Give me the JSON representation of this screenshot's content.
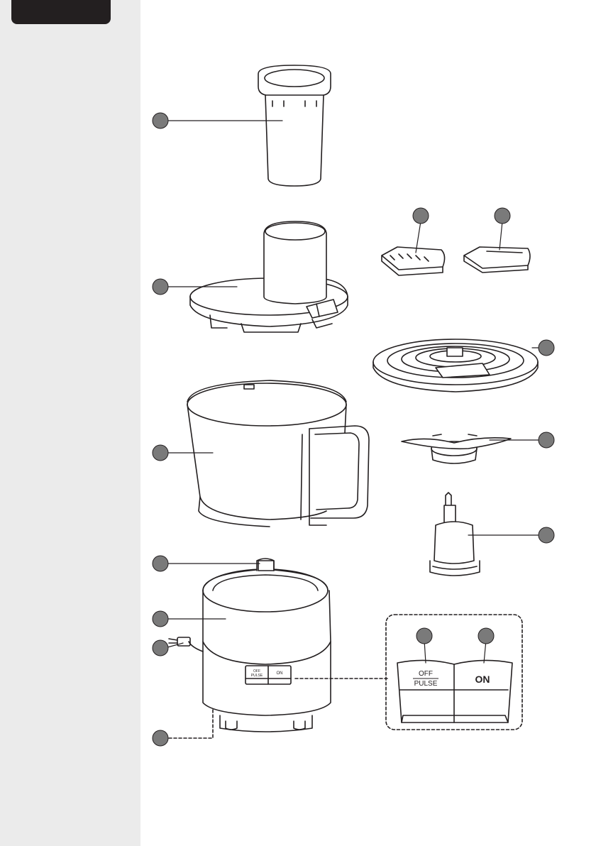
{
  "button_panel": {
    "off_label": "OFF",
    "pulse_label": "PULSE",
    "on_label": "ON"
  },
  "colors": {
    "sidebar": "#ebebeb",
    "tab": "#231f20",
    "line": "#231f20",
    "callout_fill": "#7a7a7a"
  }
}
